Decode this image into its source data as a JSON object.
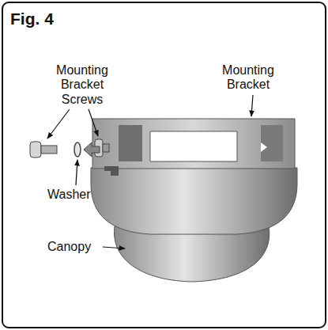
{
  "diagram": {
    "title": "Fig. 4",
    "labels": [
      "Mounting Bracket Screws",
      "Mounting Bracket",
      "Washer",
      "Canopy"
    ]
  }
}
